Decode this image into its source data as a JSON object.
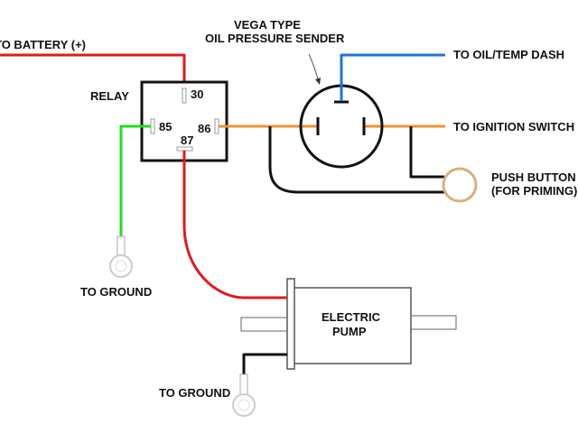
{
  "diagram": {
    "title": "Electric fuel pump wiring with Vega type oil pressure sender",
    "colors": {
      "battery_wire": "#e01b1b",
      "ground_wire_relay": "#22dd22",
      "ignition_wire": "#f0922e",
      "dash_wire": "#1e74d8",
      "black_wire": "#111111",
      "button_ring": "#d9b07a",
      "terminal_outline": "#bbbbbb"
    },
    "labels": {
      "battery": "TO BATTERY (+)",
      "relay": "RELAY",
      "sender_line1": "VEGA TYPE",
      "sender_line2": "OIL PRESSURE SENDER",
      "oil_dash": "TO OIL/TEMP DASH",
      "ignition": "TO IGNITION SWITCH",
      "push_button_line1": "PUSH BUTTON",
      "push_button_line2": "(FOR PRIMING)",
      "ground_relay": "TO GROUND",
      "ground_pump": "TO GROUND",
      "pump_line1": "ELECTRIC",
      "pump_line2": "PUMP"
    },
    "relay_pins": {
      "p30": "30",
      "p85": "85",
      "p86": "86",
      "p87": "87"
    }
  }
}
